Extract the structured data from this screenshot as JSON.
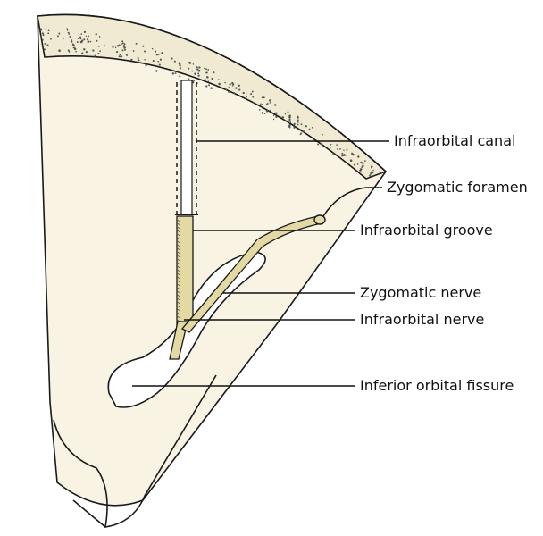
{
  "labels": {
    "infraorbital_canal": "Infraorbital canal",
    "zygomatic_foramen": "Zygomatic foramen",
    "infraorbital_groove": "Infraorbital groove",
    "zygomatic_nerve": "Zygomatic nerve",
    "infraorbital_nerve": "Infraorbital nerve",
    "inferior_orbital_fissure": "Inferior orbital fissure"
  },
  "colors": {
    "orbit_floor": "#f8f3e3",
    "bone_rim": "#f0ead2",
    "nerve": "#e3d9a3",
    "stipple": "#555555",
    "line": "#1a1a1a"
  }
}
